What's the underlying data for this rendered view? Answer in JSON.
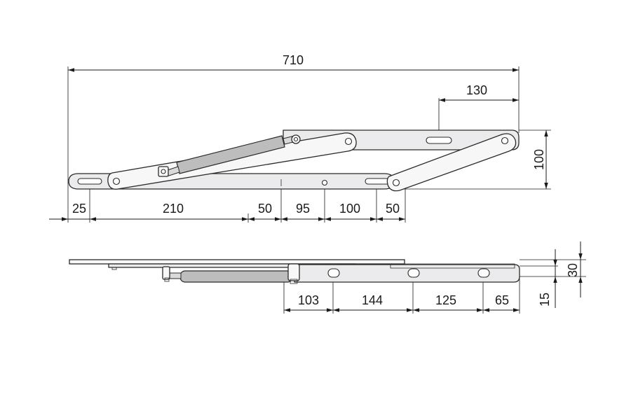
{
  "diagram": {
    "top_view": {
      "overall_length": "710",
      "right_offset": "130",
      "height": "100",
      "bottom_dims": [
        "25",
        "210",
        "50",
        "95",
        "100",
        "50"
      ]
    },
    "side_view": {
      "bottom_dims": [
        "103",
        "144",
        "125",
        "65"
      ],
      "thickness": "30",
      "offset": "15"
    }
  }
}
